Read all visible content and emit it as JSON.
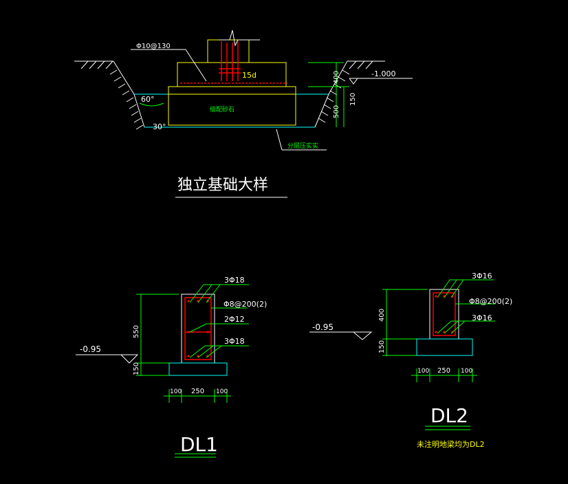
{
  "foundation": {
    "title": "独立基础大样",
    "rebar": "Φ10@130",
    "anchor": "15d",
    "elev": "-1.000",
    "dim1": "400",
    "dim2": "500",
    "dim3": "150",
    "angle1": "60°",
    "angle2": "30°",
    "fill1": "级配砂石",
    "fill2": "分层压实实"
  },
  "dl1": {
    "title": "DL1",
    "top_bar": "3Φ18",
    "stirrup": "Φ8@200(2)",
    "mid_bar": "2Φ12",
    "bot_bar": "3Φ18",
    "h1": "550",
    "h2": "150",
    "elev": "-0.95",
    "w1": "100",
    "w2": "250",
    "w3": "100"
  },
  "dl2": {
    "title": "DL2",
    "note": "未注明地梁均为DL2",
    "top_bar": "3Φ16",
    "stirrup": "Φ8@200(2)",
    "bot_bar": "3Φ16",
    "h1": "400",
    "h2": "150",
    "elev": "-0.95",
    "w1": "100",
    "w2": "250",
    "w3": "100"
  },
  "colors": {
    "background": "#000000",
    "white": "#ffffff",
    "yellow": "#ffff00",
    "green": "#00ff00",
    "cyan": "#00ffff",
    "red": "#ff0000"
  }
}
